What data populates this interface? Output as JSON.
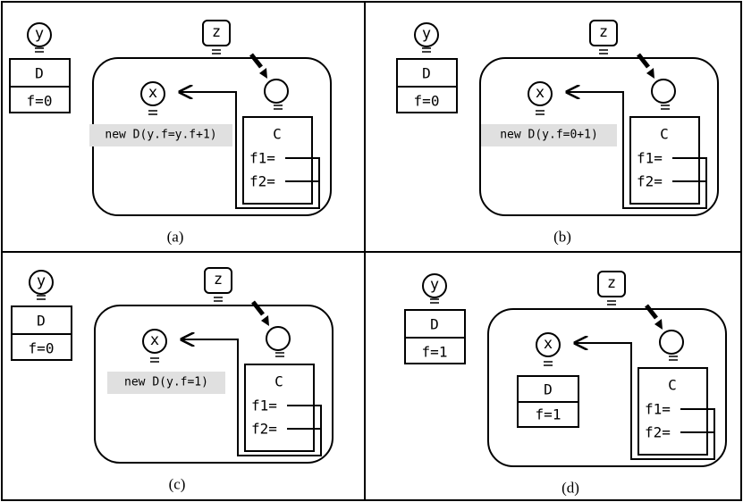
{
  "panels": [
    {
      "caption": "(a)",
      "y_label": "y",
      "z_label": "z",
      "x_label": "x",
      "y_obj": {
        "class": "D",
        "field": "f=0"
      },
      "c_obj": {
        "class": "C",
        "fields": [
          "f1=",
          "f2="
        ]
      },
      "x_content": {
        "kind": "code",
        "text": "new D(y.f=y.f+1)"
      }
    },
    {
      "caption": "(b)",
      "y_label": "y",
      "z_label": "z",
      "x_label": "x",
      "y_obj": {
        "class": "D",
        "field": "f=0"
      },
      "c_obj": {
        "class": "C",
        "fields": [
          "f1=",
          "f2="
        ]
      },
      "x_content": {
        "kind": "code",
        "text": "new D(y.f=0+1)"
      }
    },
    {
      "caption": "(c)",
      "y_label": "y",
      "z_label": "z",
      "x_label": "x",
      "y_obj": {
        "class": "D",
        "field": "f=0"
      },
      "c_obj": {
        "class": "C",
        "fields": [
          "f1=",
          "f2="
        ]
      },
      "x_content": {
        "kind": "code",
        "text": "new D(y.f=1)"
      }
    },
    {
      "caption": "(d)",
      "y_label": "y",
      "z_label": "z",
      "x_label": "x",
      "y_obj": {
        "class": "D",
        "field": "f=1"
      },
      "c_obj": {
        "class": "C",
        "fields": [
          "f1=",
          "f2="
        ]
      },
      "x_content": {
        "kind": "object",
        "class": "D",
        "field": "f=1"
      }
    }
  ]
}
